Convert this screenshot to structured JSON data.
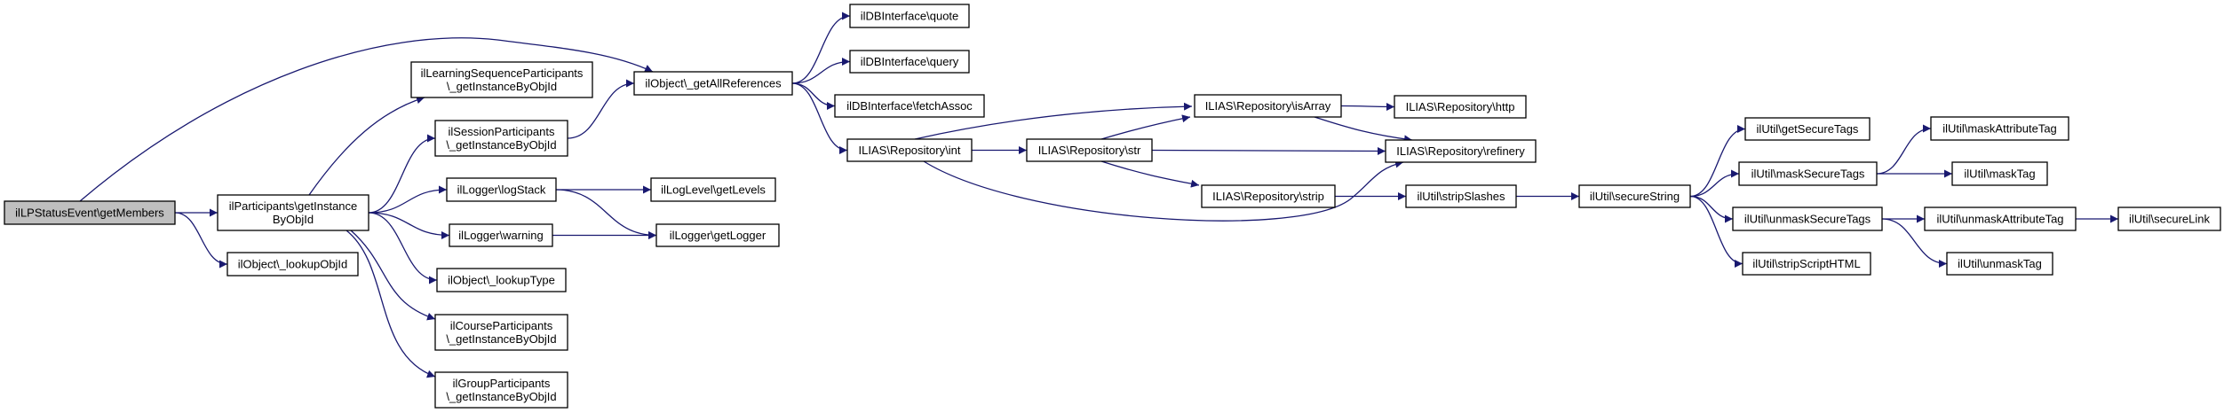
{
  "colors": {
    "edge": "#191970",
    "root_fill": "#bfbfbf",
    "node_fill": "#ffffff"
  },
  "nodes": [
    {
      "id": "getMembers",
      "lines": [
        "ilLPStatusEvent\\getMembers"
      ],
      "root": true
    },
    {
      "id": "partGetInstance",
      "lines": [
        "ilParticipants\\getInstance",
        "ByObjId"
      ]
    },
    {
      "id": "lookupObjId",
      "lines": [
        "ilObject\\_lookupObjId"
      ]
    },
    {
      "id": "lsPart",
      "lines": [
        "ilLearningSequenceParticipants",
        "\\_getInstanceByObjId"
      ]
    },
    {
      "id": "sessPart",
      "lines": [
        "ilSessionParticipants",
        "\\_getInstanceByObjId"
      ]
    },
    {
      "id": "logStack",
      "lines": [
        "ilLogger\\logStack"
      ]
    },
    {
      "id": "warning",
      "lines": [
        "ilLogger\\warning"
      ]
    },
    {
      "id": "lookupType",
      "lines": [
        "ilObject\\_lookupType"
      ]
    },
    {
      "id": "coursePart",
      "lines": [
        "ilCourseParticipants",
        "\\_getInstanceByObjId"
      ]
    },
    {
      "id": "groupPart",
      "lines": [
        "ilGroupParticipants",
        "\\_getInstanceByObjId"
      ]
    },
    {
      "id": "getAllRefs",
      "lines": [
        "ilObject\\_getAllReferences"
      ]
    },
    {
      "id": "getLevels",
      "lines": [
        "ilLogLevel\\getLevels"
      ]
    },
    {
      "id": "getLogger",
      "lines": [
        "ilLogger\\getLogger"
      ]
    },
    {
      "id": "quote",
      "lines": [
        "ilDBInterface\\quote"
      ]
    },
    {
      "id": "query",
      "lines": [
        "ilDBInterface\\query"
      ]
    },
    {
      "id": "fetchAssoc",
      "lines": [
        "ilDBInterface\\fetchAssoc"
      ]
    },
    {
      "id": "repInt",
      "lines": [
        "ILIAS\\Repository\\int"
      ]
    },
    {
      "id": "repStr",
      "lines": [
        "ILIAS\\Repository\\str"
      ]
    },
    {
      "id": "repIsArray",
      "lines": [
        "ILIAS\\Repository\\isArray"
      ]
    },
    {
      "id": "repStrip",
      "lines": [
        "ILIAS\\Repository\\strip"
      ]
    },
    {
      "id": "repHttp",
      "lines": [
        "ILIAS\\Repository\\http"
      ]
    },
    {
      "id": "repRefinery",
      "lines": [
        "ILIAS\\Repository\\refinery"
      ]
    },
    {
      "id": "stripSlashes",
      "lines": [
        "ilUtil\\stripSlashes"
      ]
    },
    {
      "id": "secureString",
      "lines": [
        "ilUtil\\secureString"
      ]
    },
    {
      "id": "getSecureTags",
      "lines": [
        "ilUtil\\getSecureTags"
      ]
    },
    {
      "id": "maskSecureTags",
      "lines": [
        "ilUtil\\maskSecureTags"
      ]
    },
    {
      "id": "unmaskSecureTags",
      "lines": [
        "ilUtil\\unmaskSecureTags"
      ]
    },
    {
      "id": "stripScriptHTML",
      "lines": [
        "ilUtil\\stripScriptHTML"
      ]
    },
    {
      "id": "maskAttributeTag",
      "lines": [
        "ilUtil\\maskAttributeTag"
      ]
    },
    {
      "id": "maskTag",
      "lines": [
        "ilUtil\\maskTag"
      ]
    },
    {
      "id": "unmaskAttributeTag",
      "lines": [
        "ilUtil\\unmaskAttributeTag"
      ]
    },
    {
      "id": "unmaskTag",
      "lines": [
        "ilUtil\\unmaskTag"
      ]
    },
    {
      "id": "secureLink",
      "lines": [
        "ilUtil\\secureLink"
      ]
    }
  ],
  "edges": [
    [
      "getMembers",
      "partGetInstance"
    ],
    [
      "getMembers",
      "lookupObjId"
    ],
    [
      "getMembers",
      "getAllRefs"
    ],
    [
      "partGetInstance",
      "lsPart"
    ],
    [
      "partGetInstance",
      "sessPart"
    ],
    [
      "partGetInstance",
      "logStack"
    ],
    [
      "partGetInstance",
      "warning"
    ],
    [
      "partGetInstance",
      "lookupType"
    ],
    [
      "partGetInstance",
      "coursePart"
    ],
    [
      "partGetInstance",
      "groupPart"
    ],
    [
      "sessPart",
      "getAllRefs"
    ],
    [
      "logStack",
      "getLevels"
    ],
    [
      "logStack",
      "getLogger"
    ],
    [
      "warning",
      "getLogger"
    ],
    [
      "getAllRefs",
      "quote"
    ],
    [
      "getAllRefs",
      "query"
    ],
    [
      "getAllRefs",
      "fetchAssoc"
    ],
    [
      "getAllRefs",
      "repInt"
    ],
    [
      "repInt",
      "repIsArray"
    ],
    [
      "repInt",
      "repStr"
    ],
    [
      "repInt",
      "repRefinery"
    ],
    [
      "repStr",
      "repIsArray"
    ],
    [
      "repStr",
      "repRefinery"
    ],
    [
      "repStr",
      "repStrip"
    ],
    [
      "repIsArray",
      "repHttp"
    ],
    [
      "repIsArray",
      "repRefinery"
    ],
    [
      "repStrip",
      "stripSlashes"
    ],
    [
      "stripSlashes",
      "secureString"
    ],
    [
      "secureString",
      "getSecureTags"
    ],
    [
      "secureString",
      "maskSecureTags"
    ],
    [
      "secureString",
      "unmaskSecureTags"
    ],
    [
      "secureString",
      "stripScriptHTML"
    ],
    [
      "maskSecureTags",
      "maskAttributeTag"
    ],
    [
      "maskSecureTags",
      "maskTag"
    ],
    [
      "unmaskSecureTags",
      "unmaskAttributeTag"
    ],
    [
      "unmaskSecureTags",
      "unmaskTag"
    ],
    [
      "unmaskAttributeTag",
      "secureLink"
    ]
  ]
}
